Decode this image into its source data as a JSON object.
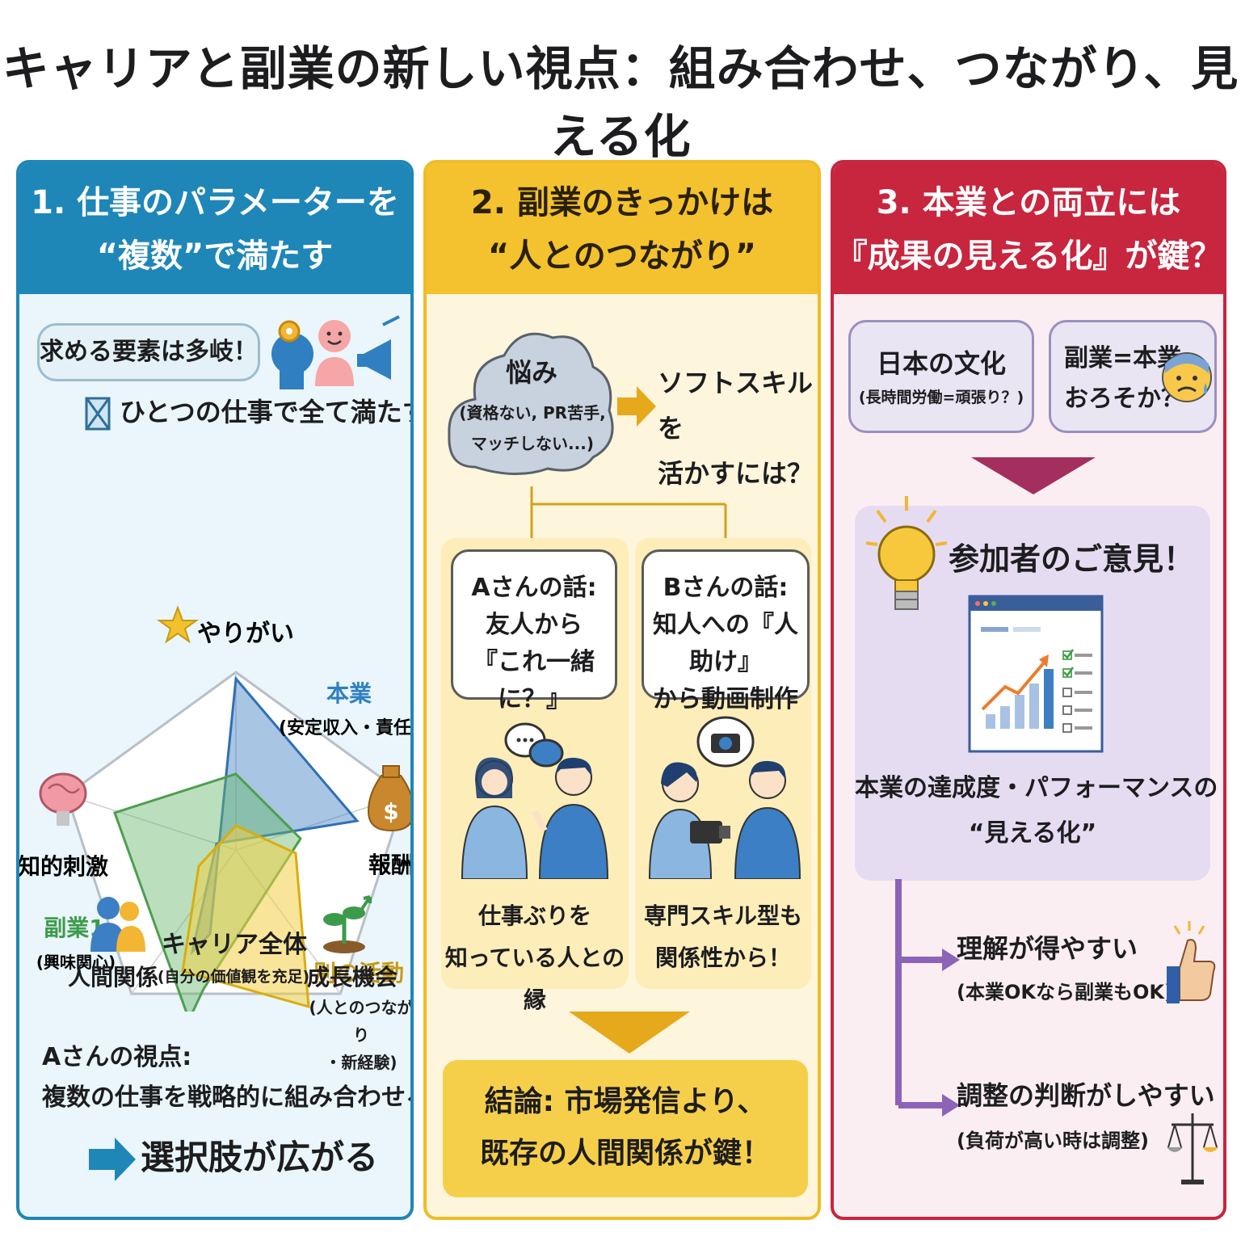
{
  "title": "キャリアと副業の新しい視点：組み合わせ、つながり、見える化",
  "col1": {
    "heading_line1": "1. 仕事のパラメーターを",
    "heading_line2": "“複数”で満たす",
    "pill": "求める要素は多岐！",
    "not_text": "ひとつの仕事で全て満たす",
    "axes": {
      "top": "やりがい",
      "right": "報酬",
      "left": "知的刺激",
      "bottom_right": "成長機会",
      "bottom_left": "人間関係",
      "bottom_center_line1": "キャリア全体",
      "bottom_center_line2": "(自分の価値観を充足)"
    },
    "series": {
      "honbu_name": "本業",
      "honbu_sub": "(安定収入・責任)",
      "fuku1_name": "副業1",
      "fuku1_sub": "(興味関心)",
      "other_name": "別の活動",
      "other_sub1": "(人とのつながり",
      "other_sub2": "・新経験)"
    },
    "view_line1": "Aさんの視点:",
    "view_line2": "複数の仕事を戦略的に組み合わせる！",
    "result": "選択肢が広がる",
    "colors": {
      "honbu": "#3d7fc4",
      "fuku1": "#5cad5c",
      "other": "#f0c52e"
    }
  },
  "col2": {
    "heading_line1": "2. 副業のきっかけは",
    "heading_line2": "“人とのつながり”",
    "cloud_title": "悩み",
    "cloud_line1": "(資格ない, PR苦手,",
    "cloud_line2": "マッチしない...)",
    "soft_line1": "ソフトスキルを",
    "soft_line2": "活かすには？",
    "a_line1": "Aさんの話:",
    "a_line2": "友人から",
    "a_line3": "『これ一緒に？』",
    "a_cap1": "仕事ぶりを",
    "a_cap2": "知っている人との縁",
    "b_line1": "Bさんの話:",
    "b_line2": "知人への『人助け』",
    "b_line3": "から動画制作",
    "b_cap1": "専門スキル型も",
    "b_cap2": "関係性から！",
    "concl_line1": "結論: 市場発信より、",
    "concl_line2": "既存の人間関係が鍵！"
  },
  "col3": {
    "heading_line1": "3. 本業との両立には",
    "heading_line2": "『成果の見える化』が鍵？",
    "culture_title": "日本の文化",
    "culture_sub": "(長時間労働=頑張り？)",
    "q_line1": "副業=本業",
    "q_line2": "おろそか？",
    "opinion": "参加者のご意見！",
    "vis_line1": "本業の達成度・パフォーマンスの",
    "vis_line2": "“見える化”",
    "b1_title": "理解が得やすい",
    "b1_sub": "(本業OKなら副業もOK)",
    "b2_title": "調整の判断がしやすい",
    "b2_sub": "(負荷が高い時は調整)"
  }
}
